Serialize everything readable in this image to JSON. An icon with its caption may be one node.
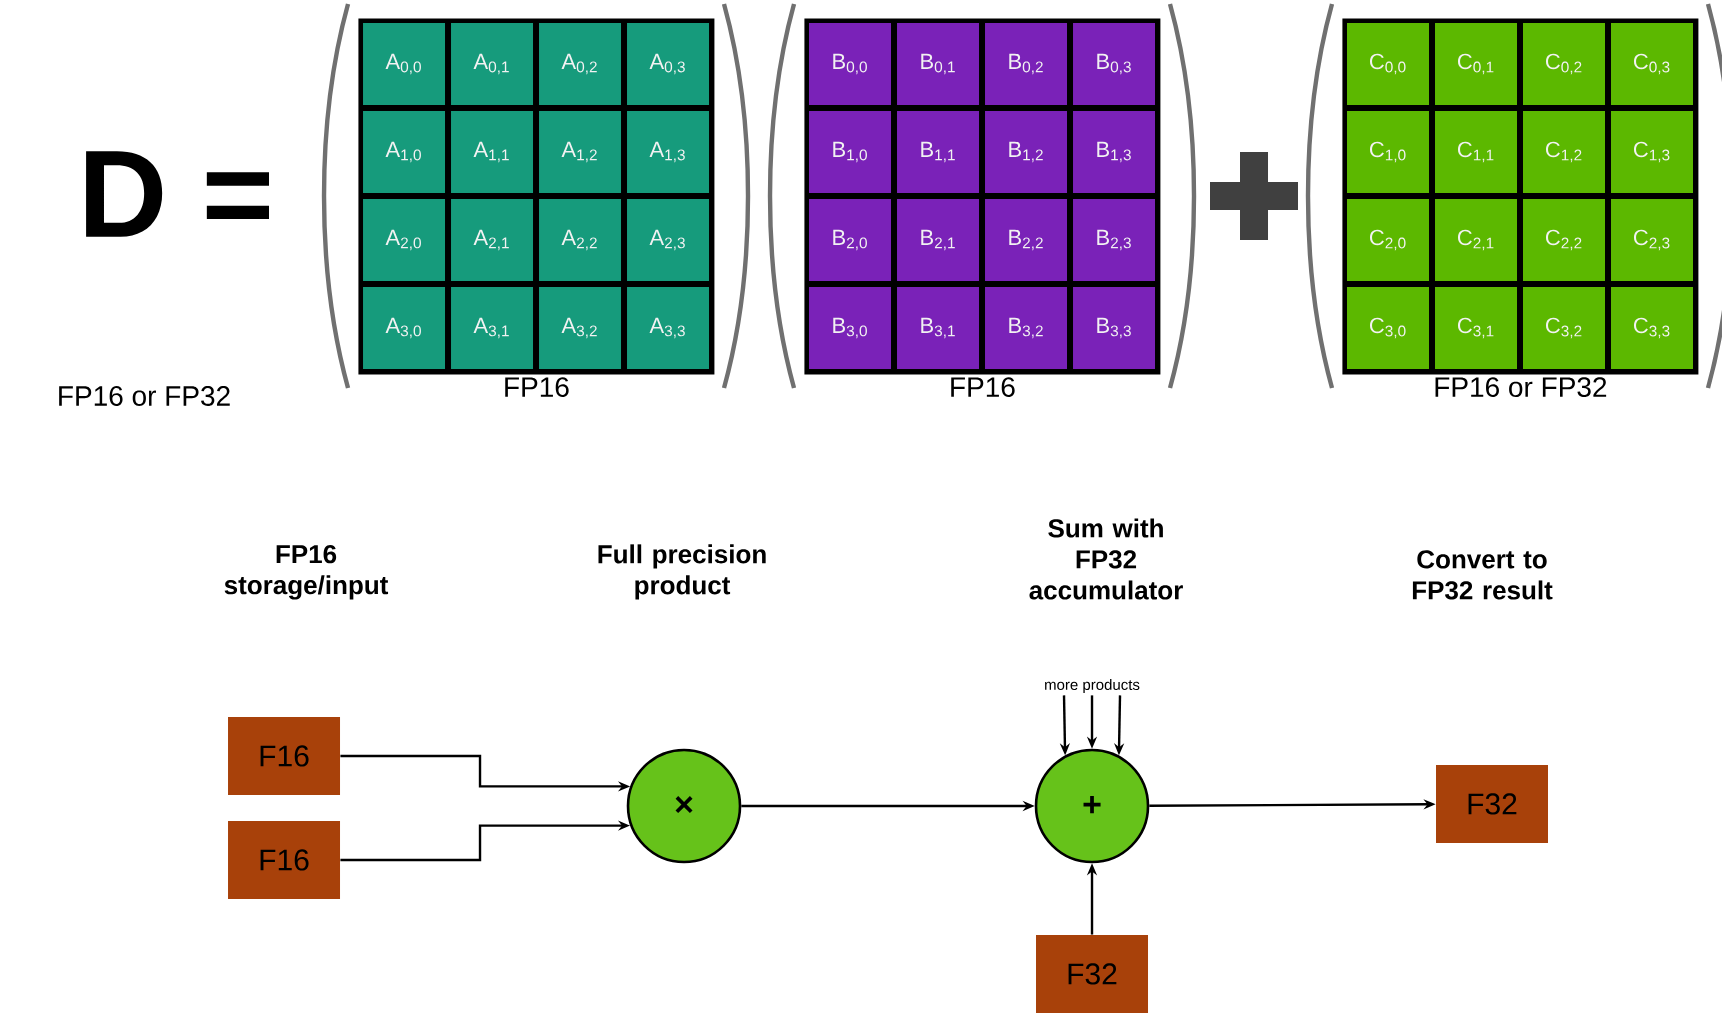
{
  "diagram": {
    "nodes": [
      {
        "text": [
          "FP16"
        ]
      },
      {
        "text": [
          "A$_{0,0}$"
        ],
        "in": 0
      },
      {
        "text": [
          "A$_{0,1}$"
        ],
        "in": 0
      },
      {
        "text": [
          "A$_{0,2}$"
        ],
        "in": 0
      },
      {
        "text": [
          "A$_{0,3}$"
        ],
        "in": 0
      },
      {
        "text": [
          "A$_{1,0}$"
        ],
        "in": 0
      },
      {
        "text": [
          "A$_{1,1}$"
        ],
        "in": 0
      },
      {
        "text": [
          "A$_{1,2}$"
        ],
        "in": 0
      },
      {
        "text": [
          "A$_{1,3}$"
        ],
        "in": 0
      },
      {
        "text": [
          "A$_{2,0}$"
        ],
        "in": 0
      },
      {
        "text": [
          "A$_{2,1}$"
        ],
        "in": 0
      },
      {
        "text": [
          "A$_{2,2}$"
        ],
        "in": 0
      },
      {
        "text": [
          "A$_{2,3}$"
        ],
        "in": 0
      },
      {
        "text": [
          "A$_{3,0}$"
        ],
        "in": 0
      },
      {
        "text": [
          "A$_{3,1}$"
        ],
        "in": 0
      },
      {
        "text": [
          "A$_{3,2}$"
        ],
        "in": 0
      },
      {
        "text": [
          "A$_{3,3}$"
        ],
        "in": 0
      },
      {
        "text": [
          "FP16"
        ]
      },
      {
        "text": [
          "B$_{0,0}$"
        ],
        "in": 17
      },
      {
        "text": [
          "B$_{0,1}$"
        ],
        "in": 17
      },
      {
        "text": [
          "B$_{0,2}$"
        ],
        "in": 17
      },
      {
        "text": [
          "B$_{0,3}$"
        ],
        "in": 17
      },
      {
        "text": [
          "B$_{1,0}$"
        ],
        "in": 17
      },
      {
        "text": [
          "B$_{1,1}$"
        ],
        "in": 17
      },
      {
        "text": [
          "B$_{1,2}$"
        ],
        "in": 17
      },
      {
        "text": [
          "B$_{1,3}$"
        ],
        "in": 17
      },
      {
        "text": [
          "B$_{2,0}$"
        ],
        "in": 17
      },
      {
        "text": [
          "B$_{2,1}$"
        ],
        "in": 17
      },
      {
        "text": [
          "B$_{2,2}$"
        ],
        "in": 17
      },
      {
        "text": [
          "B$_{2,3}$"
        ],
        "in": 17
      },
      {
        "text": [
          "B$_{3,0}$"
        ],
        "in": 17
      },
      {
        "text": [
          "B$_{3,1}$"
        ],
        "in": 17
      },
      {
        "text": [
          "B$_{3,2}$"
        ],
        "in": 17
      },
      {
        "text": [
          "B$_{3,3}$"
        ],
        "in": 17
      },
      {
        "text": [
          "FP16 or FP32"
        ]
      },
      {
        "text": [
          "C$_{0,0}$"
        ],
        "in": 34
      },
      {
        "text": [
          "C$_{0,1}$"
        ],
        "in": 34
      },
      {
        "text": [
          "C$_{0,2}$"
        ],
        "in": 34
      },
      {
        "text": [
          "C$_{0,3}$"
        ],
        "in": 34
      },
      {
        "text": [
          "C$_{1,0}$"
        ],
        "in": 34
      },
      {
        "text": [
          "C$_{1,1}$"
        ],
        "in": 34
      },
      {
        "text": [
          "C$_{1,2}$"
        ],
        "in": 34
      },
      {
        "text": [
          "C$_{1,3}$"
        ],
        "in": 34
      },
      {
        "text": [
          "C$_{2,0}$"
        ],
        "in": 34
      },
      {
        "text": [
          "C$_{2,1}$"
        ],
        "in": 34
      },
      {
        "text": [
          "C$_{2,2}$"
        ],
        "in": 34
      },
      {
        "text": [
          "C$_{2,3}$"
        ],
        "in": 34
      },
      {
        "text": [
          "C$_{3,0}$"
        ],
        "in": 34
      },
      {
        "text": [
          "C$_{3,1}$"
        ],
        "in": 34
      },
      {
        "text": [
          "C$_{3,2}$"
        ],
        "in": 34
      },
      {
        "text": [
          "C$_{3,3}$"
        ],
        "in": 34
      },
      {
        "text": [
          "F16"
        ]
      },
      {
        "text": [
          "F16"
        ]
      },
      {
        "text": [
          "×"
        ]
      },
      {
        "text": [
          "+"
        ]
      },
      {
        "text": [
          "F32"
        ]
      },
      {
        "text": [
          "F32"
        ]
      },
      {
        "text": [
          "more products"
        ]
      }
    ],
    "edges": [
      {
        "from": 51,
        "to": 53,
        "arrow": "to"
      },
      {
        "from": 52,
        "to": 53,
        "arrow": "to"
      },
      {
        "from": 53,
        "to": 54,
        "arrow": "to"
      },
      {
        "from": 54,
        "to": 55,
        "arrow": "to"
      },
      {
        "from": 56,
        "to": 54,
        "arrow": "to"
      },
      {
        "from": 57,
        "to": 54,
        "arrow": "to"
      },
      {
        "from": 57,
        "to": 54,
        "arrow": "to"
      },
      {
        "from": 57,
        "to": 54,
        "arrow": "to"
      }
    ],
    "labels": [
      "D =",
      "FP16 or FP32",
      "FP16 storage/input",
      "Full precision product",
      "Sum with FP32 accumulator",
      "Convert to FP32 result"
    ]
  }
}
